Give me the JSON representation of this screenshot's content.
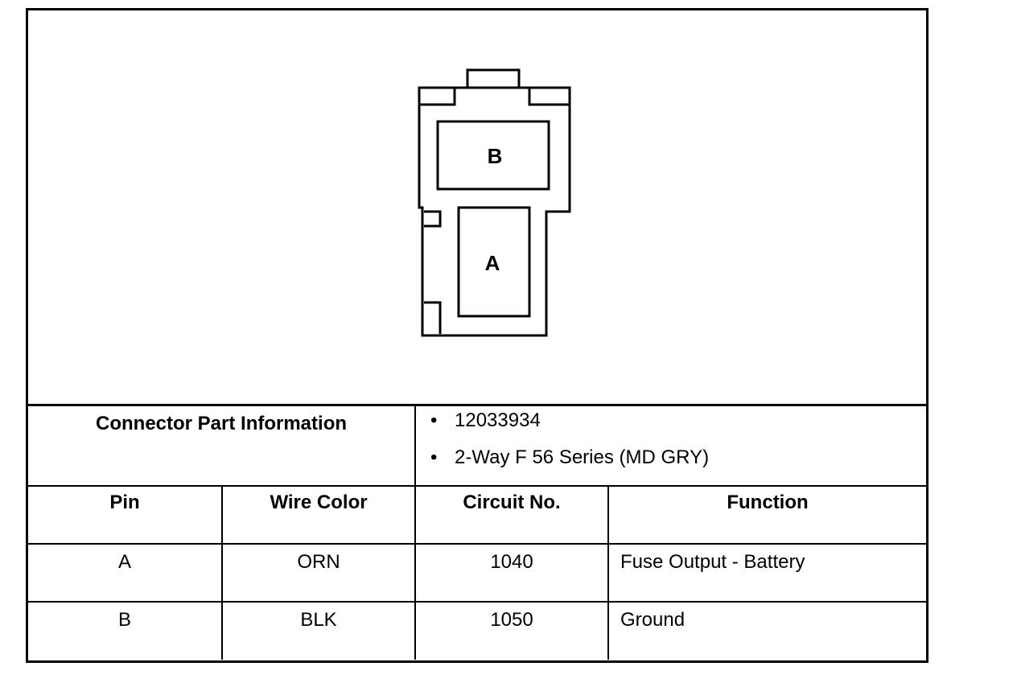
{
  "connector": {
    "cavities": [
      {
        "label": "B"
      },
      {
        "label": "A"
      }
    ]
  },
  "part_info": {
    "label": "Connector Part Information",
    "items": [
      "12033934",
      "2-Way F 56 Series (MD GRY)"
    ],
    "bullet": "•"
  },
  "table": {
    "headers": [
      "Pin",
      "Wire Color",
      "Circuit No.",
      "Function"
    ],
    "rows": [
      {
        "pin": "A",
        "wire_color": "ORN",
        "circuit": "1040",
        "function": "Fuse Output - Battery"
      },
      {
        "pin": "B",
        "wire_color": "BLK",
        "circuit": "1050",
        "function": "Ground"
      }
    ]
  }
}
